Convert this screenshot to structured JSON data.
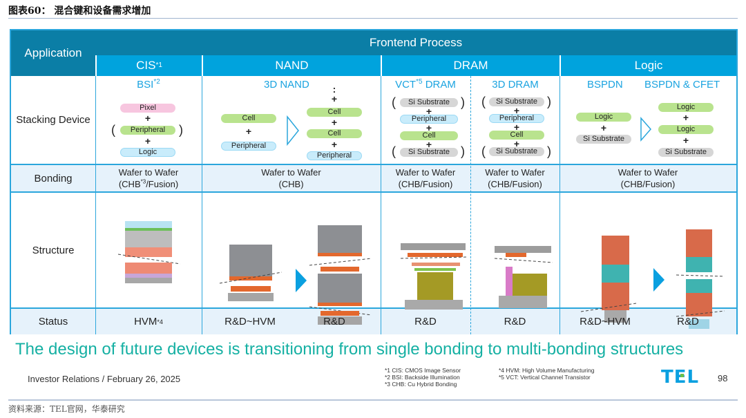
{
  "figure": {
    "title": "图表60：  混合键和设备需求增加",
    "source": "资料来源：TEL官网，华泰研究"
  },
  "table": {
    "header": {
      "application": "Application",
      "frontend_process": "Frontend Process",
      "categories": [
        {
          "label": "CIS",
          "sup": "*1"
        },
        {
          "label": "NAND",
          "sup": ""
        },
        {
          "label": "DRAM",
          "sup": ""
        },
        {
          "label": "Logic",
          "sup": ""
        }
      ]
    },
    "row_labels": {
      "stacking_device": "Stacking Device",
      "bonding": "Bonding",
      "structure": "Structure",
      "status": "Status"
    },
    "stacking": {
      "cis": {
        "title": "BSI",
        "title_sup": "*2",
        "layers": [
          "Pixel",
          "Peripheral",
          "Logic"
        ]
      },
      "nand": {
        "title": "3D NAND",
        "before": [
          "Cell",
          "Peripheral"
        ],
        "after_ellipsis": ":",
        "after": [
          "Cell",
          "Cell",
          "Peripheral"
        ]
      },
      "vct_dram": {
        "title": "VCT",
        "title_sup": "*5",
        "title_suffix": " DRAM",
        "layers": [
          "Si Substrate",
          "Peripheral",
          "Cell",
          "Si Substrate"
        ]
      },
      "dram_3d": {
        "title": "3D DRAM",
        "layers": [
          "Si Substrate",
          "Peripheral",
          "Cell",
          "Si Substrate"
        ]
      },
      "bspdn": {
        "title": "BSPDN",
        "layers": [
          "Logic",
          "Si Substrate"
        ]
      },
      "bspdn_cfet": {
        "title": "BSPDN & CFET",
        "layers": [
          "Logic",
          "Logic",
          "Si Substrate"
        ]
      },
      "plus": "+",
      "paren_open": "(",
      "paren_close": ")"
    },
    "bonding": {
      "cis": {
        "line1": "Wafer to Wafer",
        "line2_pre": "(CHB",
        "line2_sup": "*3",
        "line2_post": "/Fusion)"
      },
      "nand": {
        "line1": "Wafer to Wafer",
        "line2": "(CHB)"
      },
      "vct_dram": {
        "line1": "Wafer to Wafer",
        "line2": "(CHB/Fusion)"
      },
      "dram_3d": {
        "line1": "Wafer to Wafer",
        "line2": "(CHB/Fusion)"
      },
      "logic": {
        "line1": "Wafer to Wafer",
        "line2": "(CHB/Fusion)"
      }
    },
    "status": {
      "cis": {
        "label": "HVM",
        "sup": "*4"
      },
      "nand_1": "R&D~HVM",
      "nand_2": "R&D",
      "vct_dram": "R&D",
      "dram_3d": "R&D",
      "logic_1": "R&D~HVM",
      "logic_2": "R&D"
    }
  },
  "tagline": "The design of future devices is transitioning from single bonding to multi-bonding structures",
  "footer": {
    "investor_relations": "Investor Relations / February 26, 2025",
    "footnotes_left": [
      "*1 CIS: CMOS Image Sensor",
      "*2 BSI: Backside Illumination",
      "*3 CHB: Cu Hybrid Bonding"
    ],
    "footnotes_right": [
      "*4 HVM: High Volume Manufacturing",
      "*5 VCT: Vertical Channel Transistor"
    ],
    "logo": "TEL",
    "page_number": "98"
  },
  "colors": {
    "header_dark": "#0b7ea6",
    "header_light": "#00a3dd",
    "grid": "#2aa6dc",
    "row_tint": "#e6f2fb",
    "accent_text": "#1aa3e0",
    "tagline": "#15b0a3",
    "pill_pink": "#f7c6df",
    "pill_green": "#b9e38e",
    "pill_blue": "#c9ecfb",
    "pill_gray": "#d6d6d6"
  }
}
